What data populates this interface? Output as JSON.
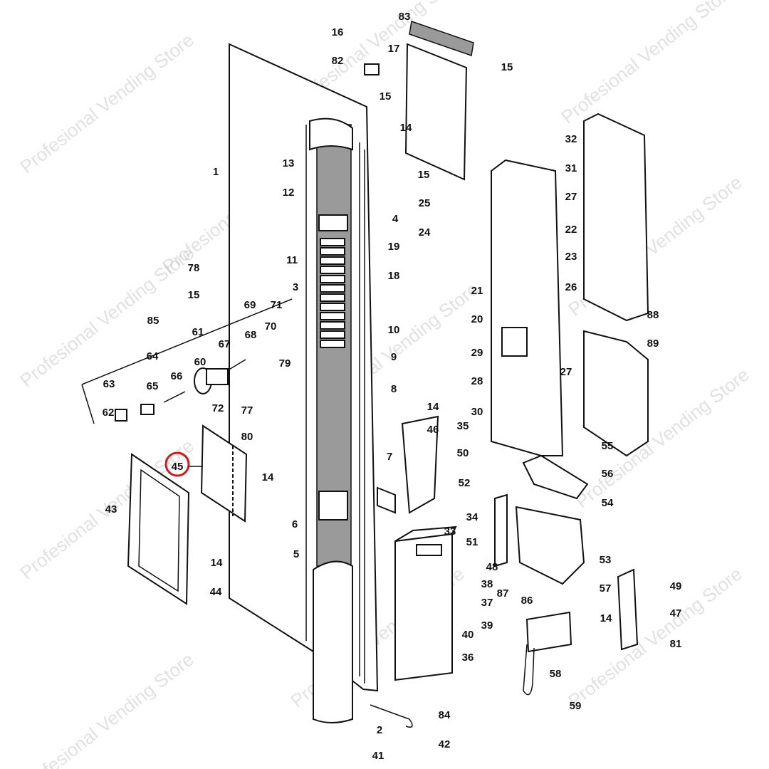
{
  "watermark": "Profesional Vending Store",
  "highlight_color": "#d11a1a",
  "highlighted_part": "45",
  "labels": [
    "16",
    "82",
    "15",
    "14",
    "15",
    "13",
    "1",
    "12",
    "4",
    "11",
    "3",
    "78",
    "15",
    "85",
    "61",
    "69",
    "71",
    "70",
    "68",
    "67",
    "79",
    "64",
    "60",
    "66",
    "65",
    "72",
    "63",
    "62",
    "77",
    "80",
    "14",
    "45",
    "43",
    "14",
    "44",
    "10",
    "9",
    "8",
    "7",
    "6",
    "5",
    "2",
    "41",
    "84",
    "42",
    "83",
    "17",
    "15",
    "25",
    "24",
    "19",
    "18",
    "21",
    "20",
    "29",
    "28",
    "30",
    "14",
    "46",
    "35",
    "50",
    "52",
    "33",
    "34",
    "51",
    "48",
    "38",
    "37",
    "39",
    "40",
    "36",
    "87",
    "86",
    "32",
    "31",
    "27",
    "22",
    "23",
    "26",
    "88",
    "89",
    "27",
    "55",
    "56",
    "54",
    "53",
    "57",
    "14",
    "49",
    "47",
    "81",
    "58",
    "59"
  ]
}
